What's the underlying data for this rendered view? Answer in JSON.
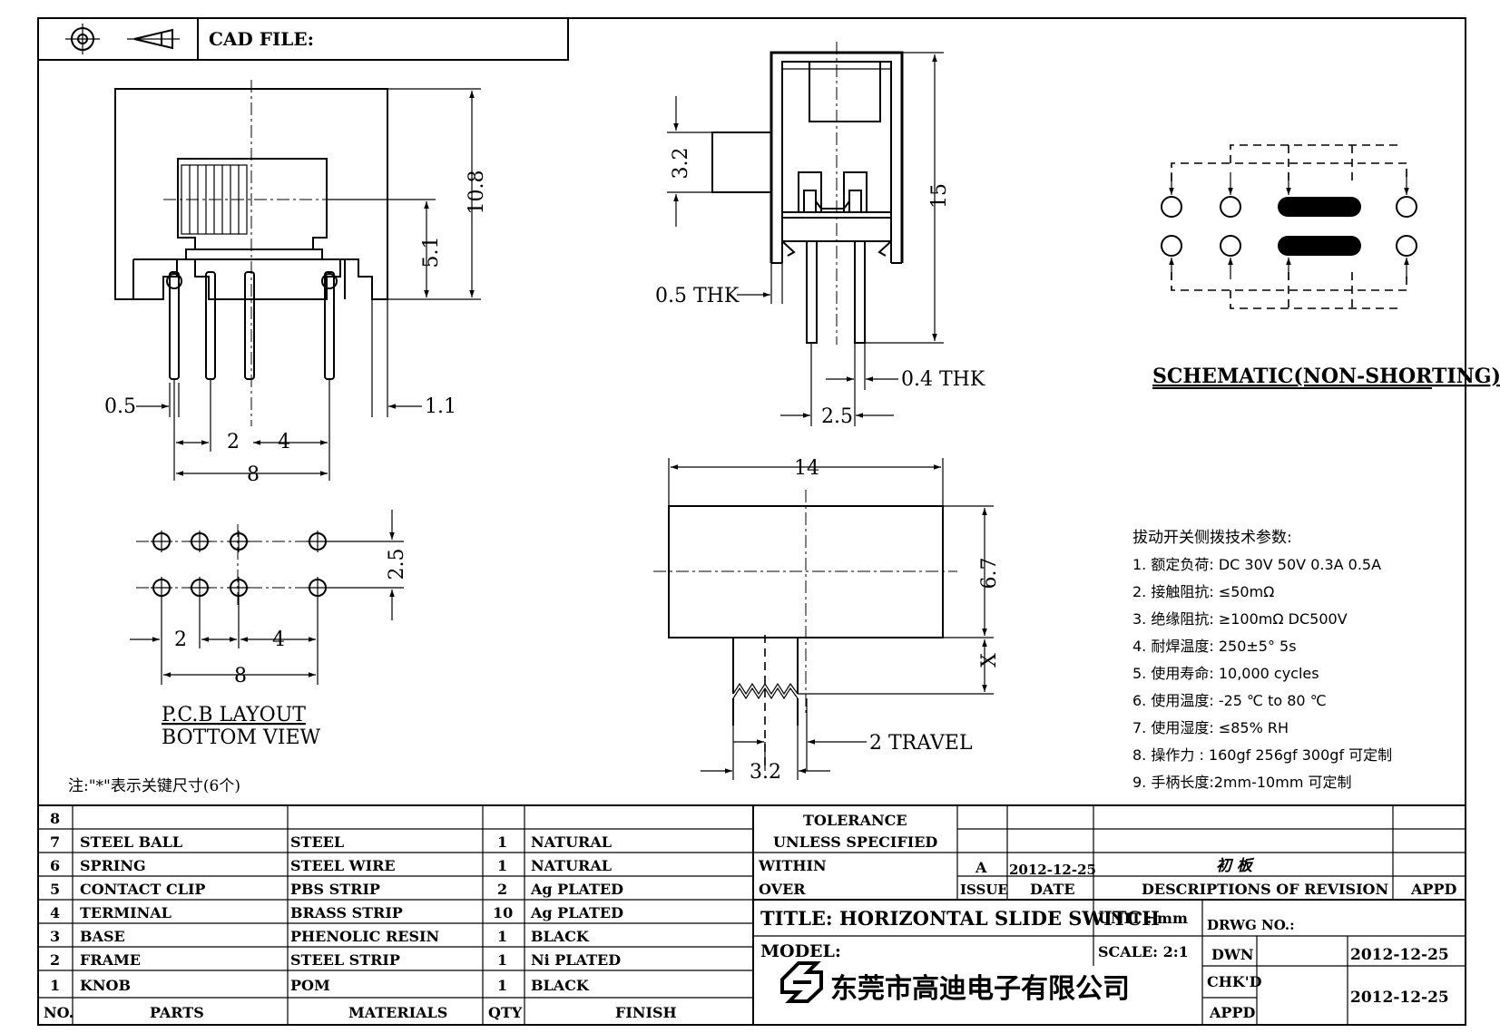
{
  "header": {
    "cad_file_label": "CAD FILE:",
    "projection_icon": "third-angle-projection-icon"
  },
  "dimensions": {
    "front": {
      "height_total": "10.8",
      "height_body": "5.1",
      "pin_width": "0.5",
      "edge_offset": "1.1",
      "pitch_a": "2",
      "pitch_b": "4",
      "span": "8"
    },
    "side": {
      "knob_height": "3.2",
      "total_height": "15",
      "frame_thk": "0.5  THK",
      "pin_thk": "0.4  THK",
      "pin_pitch": "2.5"
    },
    "top": {
      "length": "14",
      "width": "6.7",
      "knob_length": "X",
      "knob_width": "3.2",
      "travel": "2  TRAVEL"
    },
    "pcb": {
      "row_pitch": "2.5",
      "pitch_a": "2",
      "pitch_b": "4",
      "span": "8",
      "caption_line1": "P.C.B  LAYOUT",
      "caption_line2": "BOTTOM  VIEW"
    }
  },
  "schematic": {
    "caption": "SCHEMATIC(NON-SHORTING)"
  },
  "note": "注:\"*\"表示关键尺寸(6个)",
  "specs": {
    "title": "拔动开关侧拨技术参数:",
    "items": [
      "1.  额定负荷: DC 30V    50V    0.3A    0.5A",
      "2.  接触阻抗:  ≤50mΩ",
      "3.  绝缘阻抗:  ≥100mΩ   DC500V",
      "4.  耐焊温度: 250±5°  5s",
      "5.  使用寿命: 10,000 cycles",
      "6.  使用温度: -25  ℃  to 80  ℃",
      "7.  使用湿度:  ≤85% RH",
      "8.  操作力 : 160gf    256gf    300gf  可定制",
      "9.  手柄长度:2mm-10mm   可定制"
    ]
  },
  "bom": {
    "header": {
      "no": "NO.",
      "parts": "PARTS",
      "materials": "MATERIALS",
      "qty": "QTY",
      "finish": "FINISH"
    },
    "rows": [
      {
        "no": "8",
        "part": "",
        "material": "",
        "qty": "",
        "finish": ""
      },
      {
        "no": "7",
        "part": "STEEL  BALL",
        "material": "STEEL",
        "qty": "1",
        "finish": "NATURAL"
      },
      {
        "no": "6",
        "part": "SPRING",
        "material": "STEEL  WIRE",
        "qty": "1",
        "finish": "NATURAL"
      },
      {
        "no": "5",
        "part": "CONTACT  CLIP",
        "material": "PBS  STRIP",
        "qty": "2",
        "finish": "Ag  PLATED"
      },
      {
        "no": "4",
        "part": "TERMINAL",
        "material": "BRASS  STRIP",
        "qty": "10",
        "finish": "Ag  PLATED"
      },
      {
        "no": "3",
        "part": "BASE",
        "material": "PHENOLIC  RESIN",
        "qty": "1",
        "finish": "BLACK"
      },
      {
        "no": "2",
        "part": "FRAME",
        "material": "STEEL  STRIP",
        "qty": "1",
        "finish": "Ni  PLATED"
      },
      {
        "no": "1",
        "part": "KNOB",
        "material": "POM",
        "qty": "1",
        "finish": "BLACK"
      }
    ]
  },
  "titleblock": {
    "tolerance_1": "TOLERANCE",
    "tolerance_2": "UNLESS    SPECIFIED",
    "within": "WITHIN",
    "over": "OVER",
    "issue_value": "A",
    "date_value": "2012-12-25",
    "revision_desc": "初 板",
    "issue_label": "ISSUE",
    "date_label": "DATE",
    "desc_label": "DESCRIPTIONS  OF  REVISION",
    "appd_label": "APPD",
    "title": "TITLE:  HORIZONTAL  SLIDE  SWITCH",
    "unit": "UNIT : mm",
    "drwg_no": "DRWG  NO.:",
    "model": "MODEL:",
    "scale": "SCALE:  2:1",
    "dwn_label": "DWN",
    "dwn_date": "2012-12-25",
    "chkd_label": "CHK'D",
    "appd_label2": "APPD",
    "chkd_date": "2012-12-25",
    "company": "东莞市高迪电子有限公司",
    "logo_icon": "company-logo-icon"
  }
}
